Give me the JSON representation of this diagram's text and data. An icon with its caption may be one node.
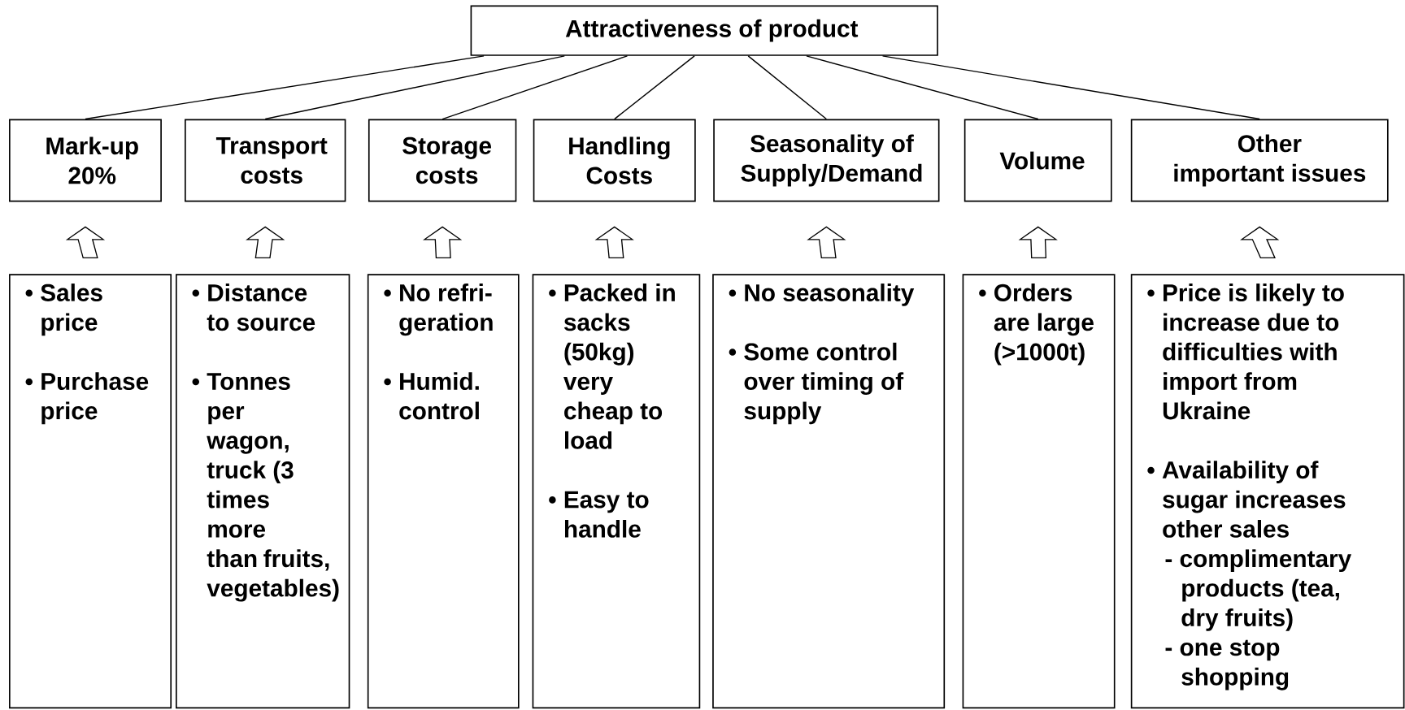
{
  "diagram": {
    "nodes": [
      {
        "text": [
          "Attractiveness of product"
        ]
      },
      {
        "text": [
          "Mark-up 20%"
        ]
      },
      {
        "text": [
          "Transport costs"
        ]
      },
      {
        "text": [
          "Storage costs"
        ]
      },
      {
        "text": [
          "Handling Costs"
        ]
      },
      {
        "text": [
          "Seasonality of Supply/Demand"
        ]
      },
      {
        "text": [
          "Volume"
        ]
      },
      {
        "text": [
          "Other important issues"
        ]
      },
      {
        "text": [
          "• Sales price",
          "• Purchase price"
        ]
      },
      {
        "text": [
          "• Distance to source",
          "• Tonnes per wagon, truck (3 times more than fruits, vegetables)"
        ]
      },
      {
        "text": [
          "• No refri-geration",
          "• Humid. control"
        ]
      },
      {
        "text": [
          "• Packed in sacks (50kg) very cheap to load",
          "• Easy to handle"
        ]
      },
      {
        "text": [
          "• No seasonality",
          "• Some control over timing of supply"
        ]
      },
      {
        "text": [
          "• Orders are large (>1000t)"
        ]
      },
      {
        "text": [
          "• Price is likely to increase due to difficulties with import from Ukraine",
          "• Availability of sugar increases other sales",
          "- complimentary products (tea, dry fruits)",
          "- one stop shopping"
        ]
      }
    ],
    "edges": [
      {
        "from": 0,
        "to": 1,
        "arrow": "none"
      },
      {
        "from": 0,
        "to": 2,
        "arrow": "none"
      },
      {
        "from": 0,
        "to": 3,
        "arrow": "none"
      },
      {
        "from": 0,
        "to": 4,
        "arrow": "none"
      },
      {
        "from": 0,
        "to": 5,
        "arrow": "none"
      },
      {
        "from": 0,
        "to": 6,
        "arrow": "none"
      },
      {
        "from": 0,
        "to": 7,
        "arrow": "none"
      },
      {
        "from": 8,
        "to": 1,
        "arrow": "to"
      },
      {
        "from": 9,
        "to": 2,
        "arrow": "to"
      },
      {
        "from": 10,
        "to": 3,
        "arrow": "to"
      },
      {
        "from": 11,
        "to": 4,
        "arrow": "to"
      },
      {
        "from": 12,
        "to": 5,
        "arrow": "to"
      },
      {
        "from": 13,
        "to": 6,
        "arrow": "to"
      },
      {
        "from": 14,
        "to": 7,
        "arrow": "to"
      }
    ]
  }
}
